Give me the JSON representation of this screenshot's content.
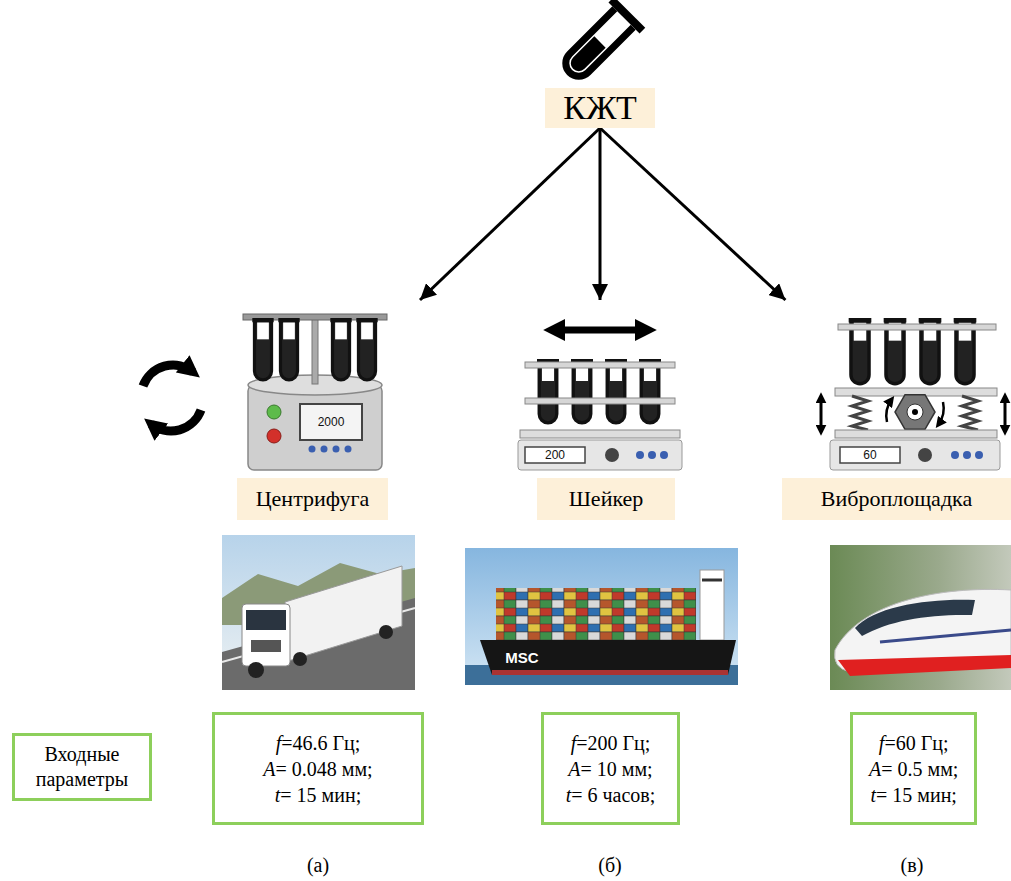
{
  "diagram": {
    "nodes": [
      {
        "text": [
          "КЖТ"
        ]
      },
      {
        "text": [
          "Центрифуга"
        ]
      },
      {
        "text": [
          "Шейкер"
        ]
      },
      {
        "text": [
          "Виброплощадка"
        ]
      },
      {
        "text": [
          "Входные параметры"
        ]
      },
      {
        "text": [
          "f=46.6 Гц;",
          "A= 0.048 мм;",
          "t= 15 мин;"
        ]
      },
      {
        "text": [
          "f=200 Гц;",
          "A= 10 мм;",
          "t= 6 часов;"
        ]
      },
      {
        "text": [
          "f=60 Гц;",
          "A= 0.5 мм;",
          "t= 15 мин;"
        ]
      }
    ],
    "edges": [
      {
        "from": 0,
        "to": 1,
        "arrow": "to"
      },
      {
        "from": 0,
        "to": 2,
        "arrow": "to"
      },
      {
        "from": 0,
        "to": 3,
        "arrow": "to"
      }
    ],
    "labels": [
      "2000",
      "200",
      "60",
      "MSC",
      "(а)",
      "(б)",
      "(в)"
    ]
  }
}
